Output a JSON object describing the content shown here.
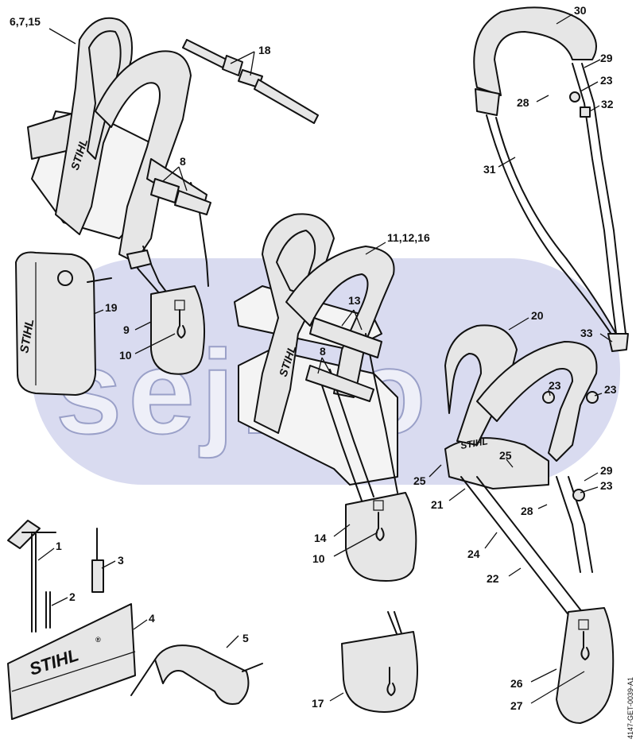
{
  "watermark": {
    "text": "sejmo",
    "band_color": "#d9dbf0"
  },
  "brand": {
    "text": "STIHL",
    "registered": "®"
  },
  "document_id": "4147-GET-0039-A1",
  "callouts": {
    "c6_7_15": "6,7,15",
    "c18": "18",
    "c8a": "8",
    "c19": "19",
    "c9": "9",
    "c10a": "10",
    "c30": "30",
    "c29a": "29",
    "c23a": "23",
    "c28a": "28",
    "c32": "32",
    "c31": "31",
    "c33": "33",
    "c11_12_16": "11,12,16",
    "c13": "13",
    "c8b": "8",
    "c20": "20",
    "c23b": "23",
    "c23c": "23",
    "c25a": "25",
    "c25b": "25",
    "c21": "21",
    "c29b": "29",
    "c23d": "23",
    "c28b": "28",
    "c24": "24",
    "c22": "22",
    "c14": "14",
    "c10b": "10",
    "c1": "1",
    "c2": "2",
    "c3": "3",
    "c4": "4",
    "c5": "5",
    "c17": "17",
    "c26": "26",
    "c27": "27"
  }
}
